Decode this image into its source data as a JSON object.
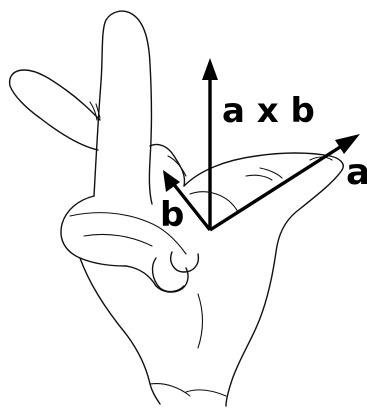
{
  "labels": {
    "a_cross_b": "a x b",
    "a": "a",
    "b": "b"
  },
  "colors": {
    "ink": "#000000",
    "background": "#ffffff"
  }
}
